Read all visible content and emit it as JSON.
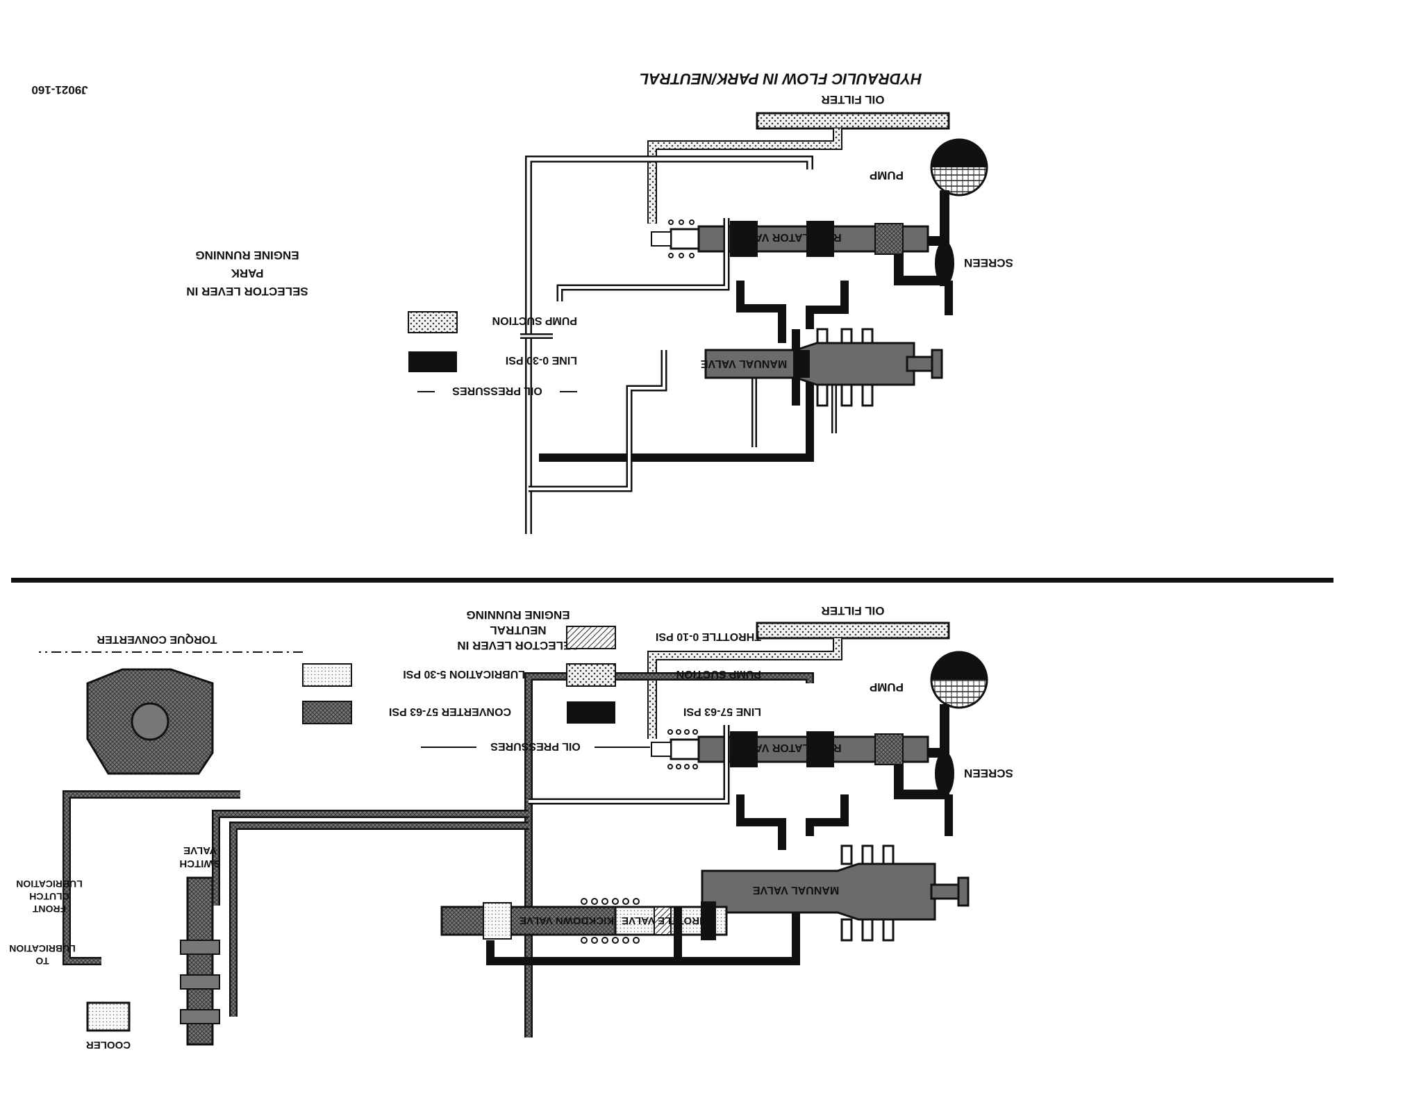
{
  "title": "HYDRAULIC FLOW IN PARK/NEUTRAL",
  "figure_id": "J9021-160",
  "top_panel": {
    "selector_text": [
      "SELECTOR LEVER IN",
      "PARK",
      "ENGINE RUNNING"
    ],
    "legend_header": "OIL PRESSURES",
    "legend": [
      {
        "label": "LINE 0-30 PSI",
        "fill": "solid"
      },
      {
        "label": "PUMP SUCTION",
        "fill": "dots"
      }
    ],
    "labels": {
      "oil_filter": "OIL FILTER",
      "pump": "PUMP",
      "screen": "SCREEN",
      "regulator_valve": "REGULATOR VALVE",
      "manual_valve": "MANUAL VALVE"
    }
  },
  "bottom_panel": {
    "selector_text": [
      "SELECTOR LEVER IN",
      "NEUTRAL",
      "ENGINE RUNNING"
    ],
    "legend_header": "OIL PRESSURES",
    "legend": [
      {
        "label": "LINE 57-63 PSI",
        "fill": "solid"
      },
      {
        "label": "CONVERTER 57-63 PSI",
        "fill": "cross"
      },
      {
        "label": "PUMP SUCTION",
        "fill": "dots"
      },
      {
        "label": "LUBRICATION 5-30 PSI",
        "fill": "fine-dots"
      },
      {
        "label": "THROTTLE 0-10 PSI",
        "fill": "hatch"
      }
    ],
    "labels": {
      "oil_filter": "OIL FILTER",
      "pump": "PUMP",
      "screen": "SCREEN",
      "regulator_valve": "REGULATOR VALVE",
      "manual_valve": "MANUAL VALVE",
      "throttle_valve": "THROTTLE VALVE",
      "kickdown_valve": "KICKDOWN VALVE",
      "switch_valve": [
        "SWITCH",
        "VALVE"
      ],
      "torque_converter": "TORQUE CONVERTER",
      "front_clutch_lubrication": [
        "FRONT",
        "CLUTCH",
        "LUBRICATION"
      ],
      "to_lubrication": [
        "TO",
        "LUBRICATION"
      ],
      "cooler": "COOLER"
    }
  },
  "colors": {
    "ink": "#111111",
    "line_oil": "#111111",
    "converter": "#555555",
    "paper": "#ffffff"
  }
}
